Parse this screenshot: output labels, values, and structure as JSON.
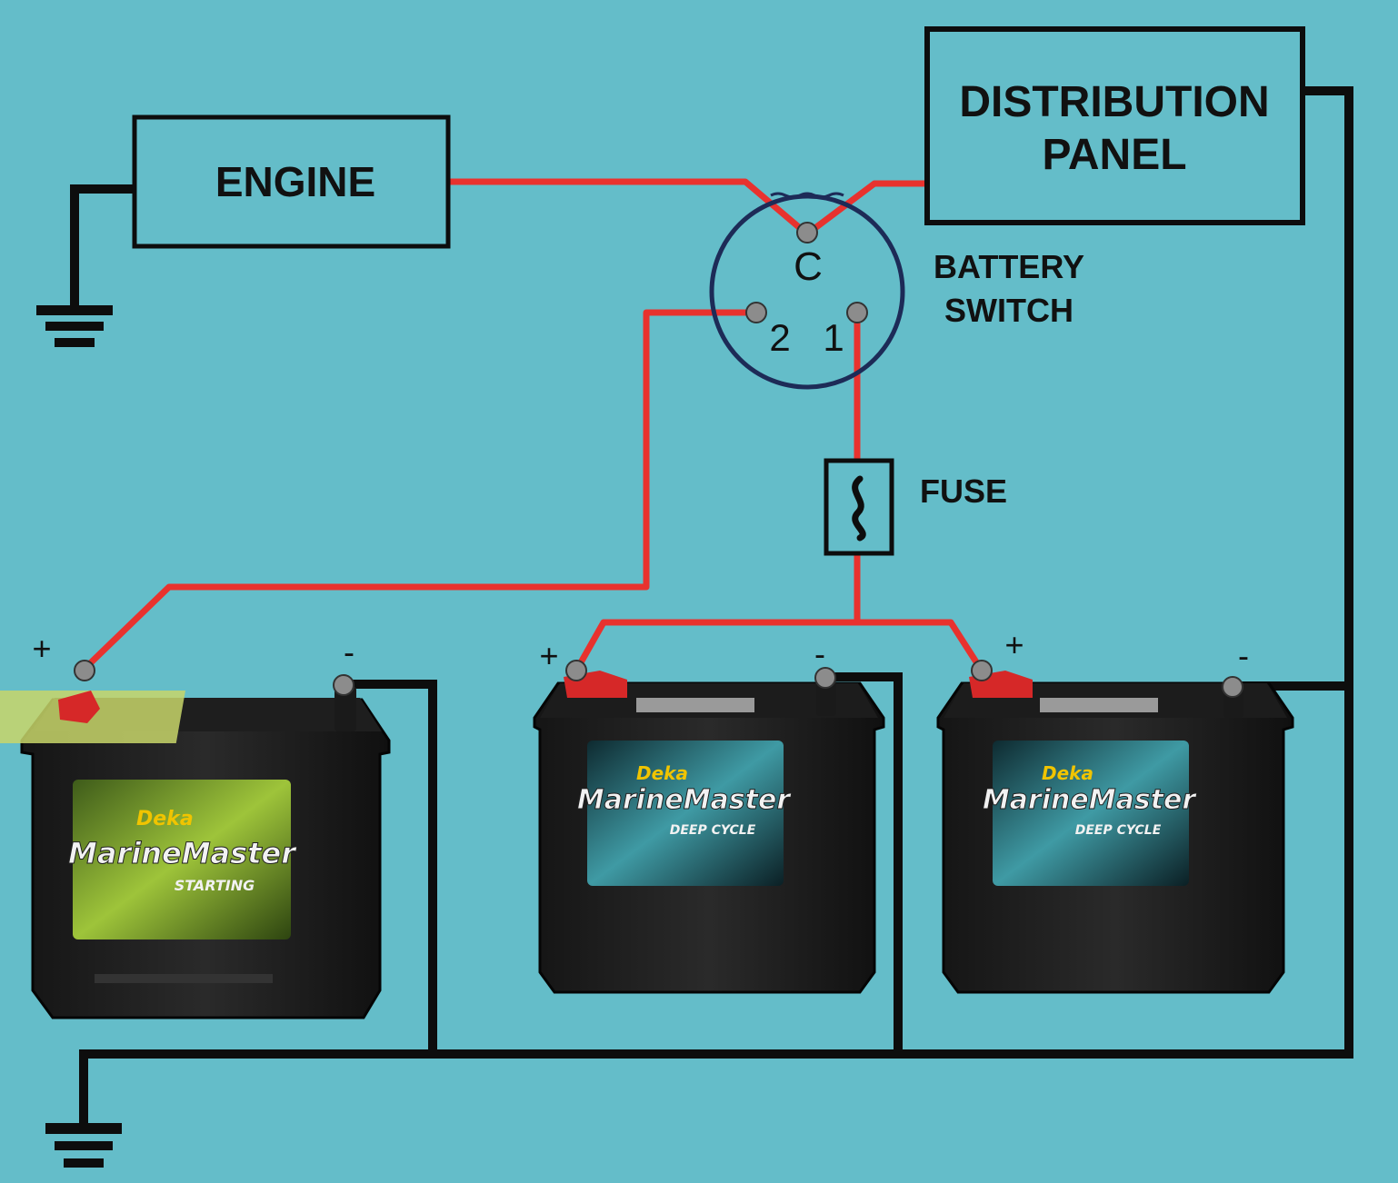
{
  "components": {
    "engine": "ENGINE",
    "distribution_panel_line1": "DISTRIBUTION",
    "distribution_panel_line2": "PANEL",
    "battery_switch_line1": "BATTERY",
    "battery_switch_line2": "SWITCH",
    "switch_terminal_common": "C",
    "switch_terminal_1": "1",
    "switch_terminal_2": "2",
    "fuse": "FUSE"
  },
  "batteries": [
    {
      "plus": "+",
      "minus": "-",
      "brand": "Deka",
      "line": "MarineMaster",
      "type": "STARTING"
    },
    {
      "plus": "+",
      "minus": "-",
      "brand": "Deka",
      "line": "MarineMaster",
      "type": "DEEP CYCLE"
    },
    {
      "plus": "+",
      "minus": "-",
      "brand": "Deka",
      "line": "MarineMaster",
      "type": "DEEP CYCLE"
    }
  ],
  "colors": {
    "background": "#64bdc9",
    "positive_wire": "#e8322e",
    "negative_wire": "#0d0d0d",
    "switch_ring": "#1d2b57",
    "terminal": "#8c8c8c"
  }
}
